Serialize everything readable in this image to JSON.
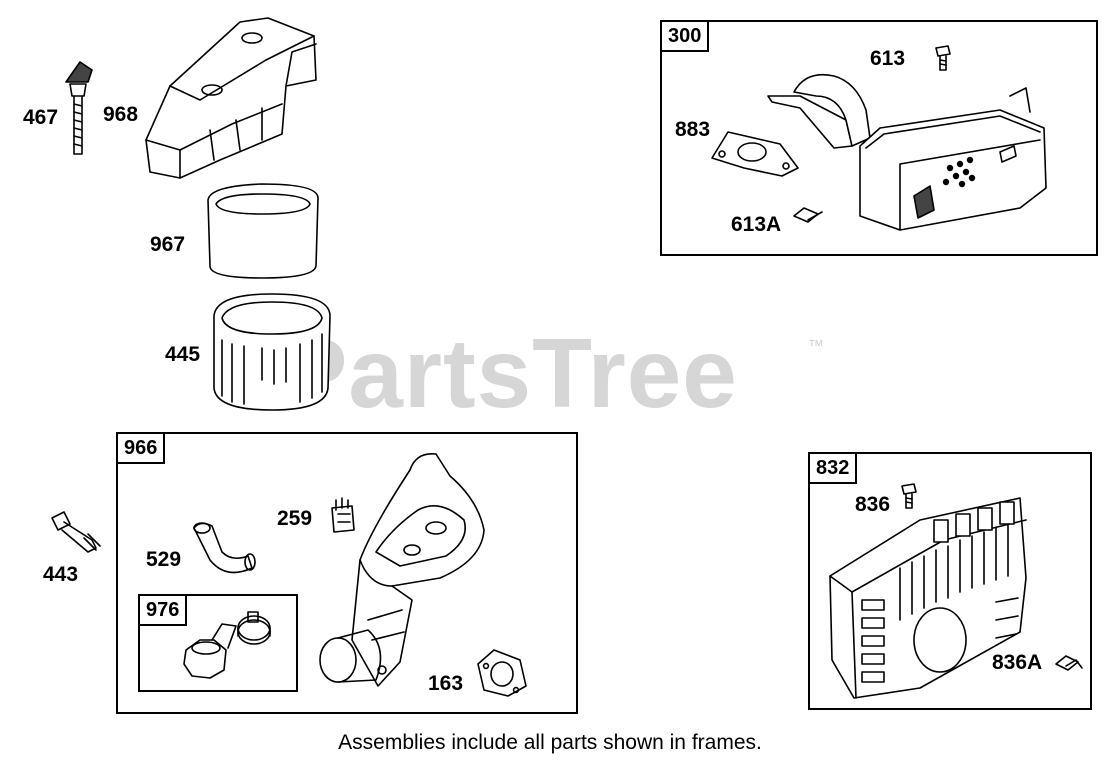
{
  "watermark": {
    "text": "PartsTree",
    "trademark": "™"
  },
  "caption": "Assemblies include all parts shown in frames.",
  "frames": {
    "f300": "300",
    "f966": "966",
    "f976": "976",
    "f832": "832"
  },
  "parts": {
    "p467": "467",
    "p968": "968",
    "p967": "967",
    "p445": "445",
    "p443": "443",
    "p613": "613",
    "p883": "883",
    "p613a": "613A",
    "p259": "259",
    "p529": "529",
    "p163": "163",
    "p836": "836",
    "p836a": "836A"
  }
}
